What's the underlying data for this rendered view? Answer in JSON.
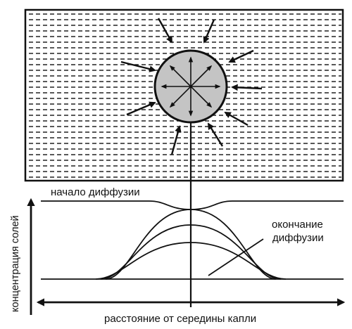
{
  "labels": {
    "start": "начало диффузии",
    "end_line1": "окончание",
    "end_line2": "диффузии",
    "y_axis": "концентрация солей",
    "x_axis": "расстояние от середины капли"
  },
  "colors": {
    "ink": "#111111",
    "drop_fill": "#c4c4c4",
    "background": "#ffffff"
  }
}
